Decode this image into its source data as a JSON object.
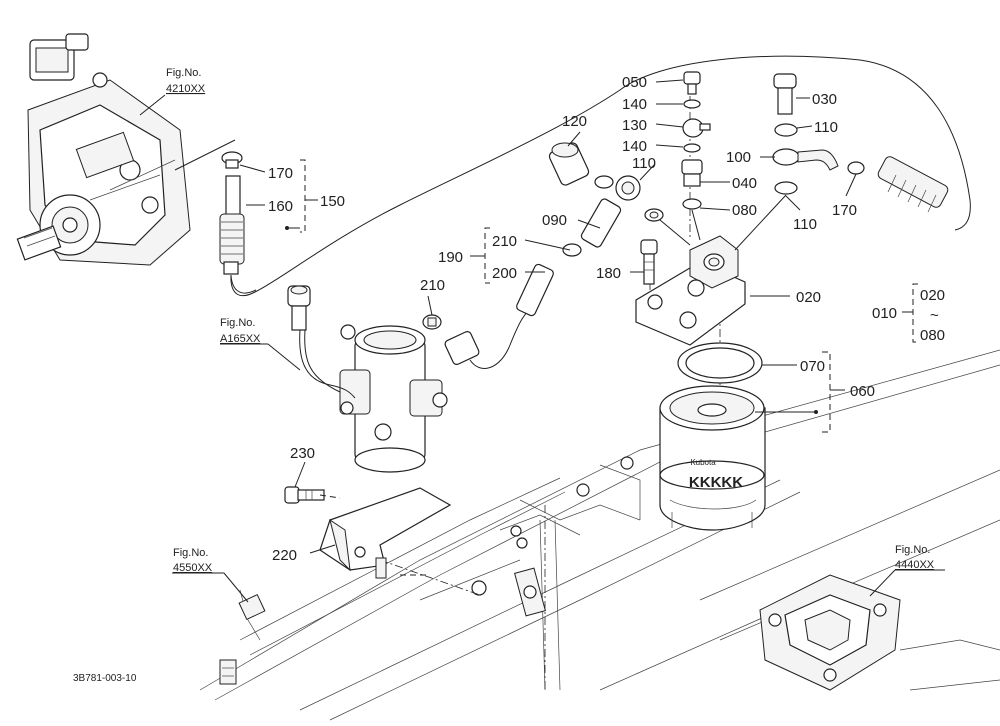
{
  "figure_refs": {
    "top_left": {
      "prefix": "Fig.No.",
      "code": "4210XX"
    },
    "mid_left": {
      "prefix": "Fig.No.",
      "code": "A165XX"
    },
    "bottom_left": {
      "prefix": "Fig.No.",
      "code": "4550XX"
    },
    "bottom_right": {
      "prefix": "Fig.No.",
      "code": "4440XX"
    }
  },
  "part_labels": {
    "p050": "050",
    "p140a": "140",
    "p130": "130",
    "p140b": "140",
    "p110a": "110",
    "p040": "040",
    "p080a": "080",
    "p120": "120",
    "p030": "030",
    "p110b": "110",
    "p100": "100",
    "p110c": "110",
    "p170b": "170",
    "p170a": "170",
    "p160": "160",
    "p150": "150",
    "p090": "090",
    "p210a": "210",
    "p190": "190",
    "p200": "200",
    "p180": "180",
    "p020": "020",
    "p210b": "210",
    "p070": "070",
    "p060": "060",
    "p010": "010",
    "range_start": "020",
    "range_tilde": "~",
    "range_end": "080",
    "p230": "230",
    "p220": "220"
  },
  "filter_brand": "Kubota",
  "filter_mark": "KKKKK",
  "drawing_number": "3B781-003-10"
}
